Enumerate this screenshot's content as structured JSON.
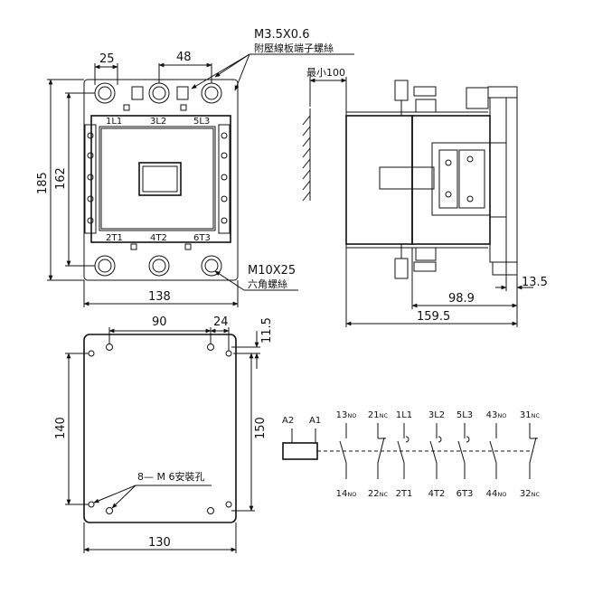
{
  "front_view": {
    "dim_top_left": "25",
    "dim_top_right": "48",
    "dim_height_outer": "185",
    "dim_height_inner": "162",
    "dim_width": "138",
    "terminals_top": [
      "1L1",
      "3L2",
      "5L3"
    ],
    "terminals_bottom": [
      "2T1",
      "4T2",
      "6T3"
    ],
    "screw_top_label": "M3.5X0.6",
    "screw_top_note": "附壓線板端子螺絲",
    "screw_bottom_label": "M10X25",
    "screw_bottom_note": "六角螺絲"
  },
  "side_view": {
    "min_clearance": "最小100",
    "dim_depth_inner": "98.9",
    "dim_depth_total": "159.5",
    "dim_rail": "13.5"
  },
  "mounting_plate": {
    "dim_hole_spacing": "90",
    "dim_hole_offset": "24",
    "dim_edge": "11.5",
    "dim_height_holes": "140",
    "dim_height_total": "150",
    "dim_width": "130",
    "hole_note": "8— M 6安裝孔"
  },
  "schematic": {
    "coil_labels": [
      "A2",
      "A1"
    ],
    "contacts_top": [
      {
        "main": "13",
        "sub": "NO"
      },
      {
        "main": "21",
        "sub": "NC"
      },
      {
        "main": "1L1",
        "sub": ""
      },
      {
        "main": "3L2",
        "sub": ""
      },
      {
        "main": "5L3",
        "sub": ""
      },
      {
        "main": "43",
        "sub": "NO"
      },
      {
        "main": "31",
        "sub": "NC"
      }
    ],
    "contacts_bottom": [
      {
        "main": "14",
        "sub": "NO"
      },
      {
        "main": "22",
        "sub": "NC"
      },
      {
        "main": "2T1",
        "sub": ""
      },
      {
        "main": "4T2",
        "sub": ""
      },
      {
        "main": "6T3",
        "sub": ""
      },
      {
        "main": "44",
        "sub": "NO"
      },
      {
        "main": "32",
        "sub": "NC"
      }
    ]
  }
}
